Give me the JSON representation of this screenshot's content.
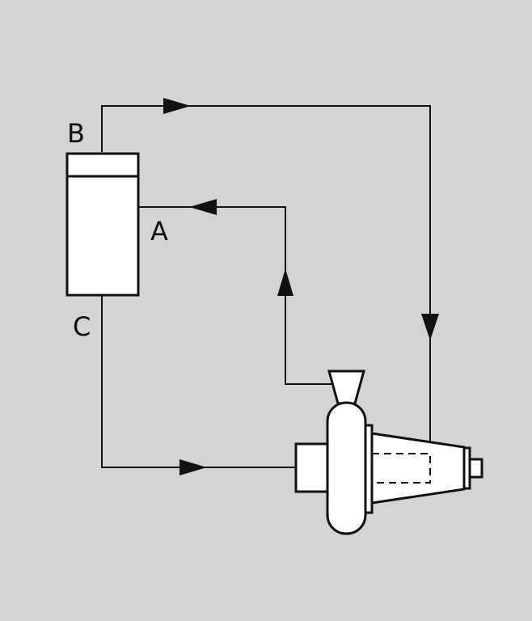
{
  "diagram": {
    "labels": {
      "b": "B",
      "a": "A",
      "c": "C"
    }
  },
  "colors": {
    "background": "#d4d4d4",
    "line": "#111111",
    "fill": "#ffffff"
  }
}
